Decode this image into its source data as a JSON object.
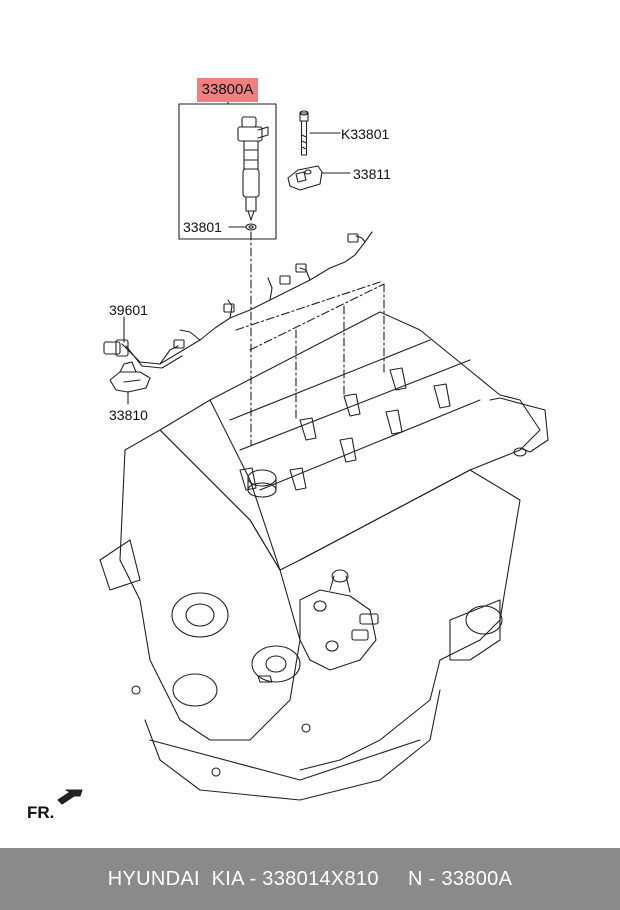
{
  "labels": {
    "assembly": "33800A",
    "bolt": "K33801",
    "clamp": "33811",
    "washer": "33801",
    "harness": "39601",
    "bracket": "33810"
  },
  "direction_label": "FR.",
  "footer": {
    "text": "HYUNDAI  KIA - 338014X810     N - 33800A"
  },
  "colors": {
    "highlight": "#f08080",
    "footer_bg": "#8a8a8a",
    "footer_text": "#ffffff",
    "line": "#222222"
  }
}
